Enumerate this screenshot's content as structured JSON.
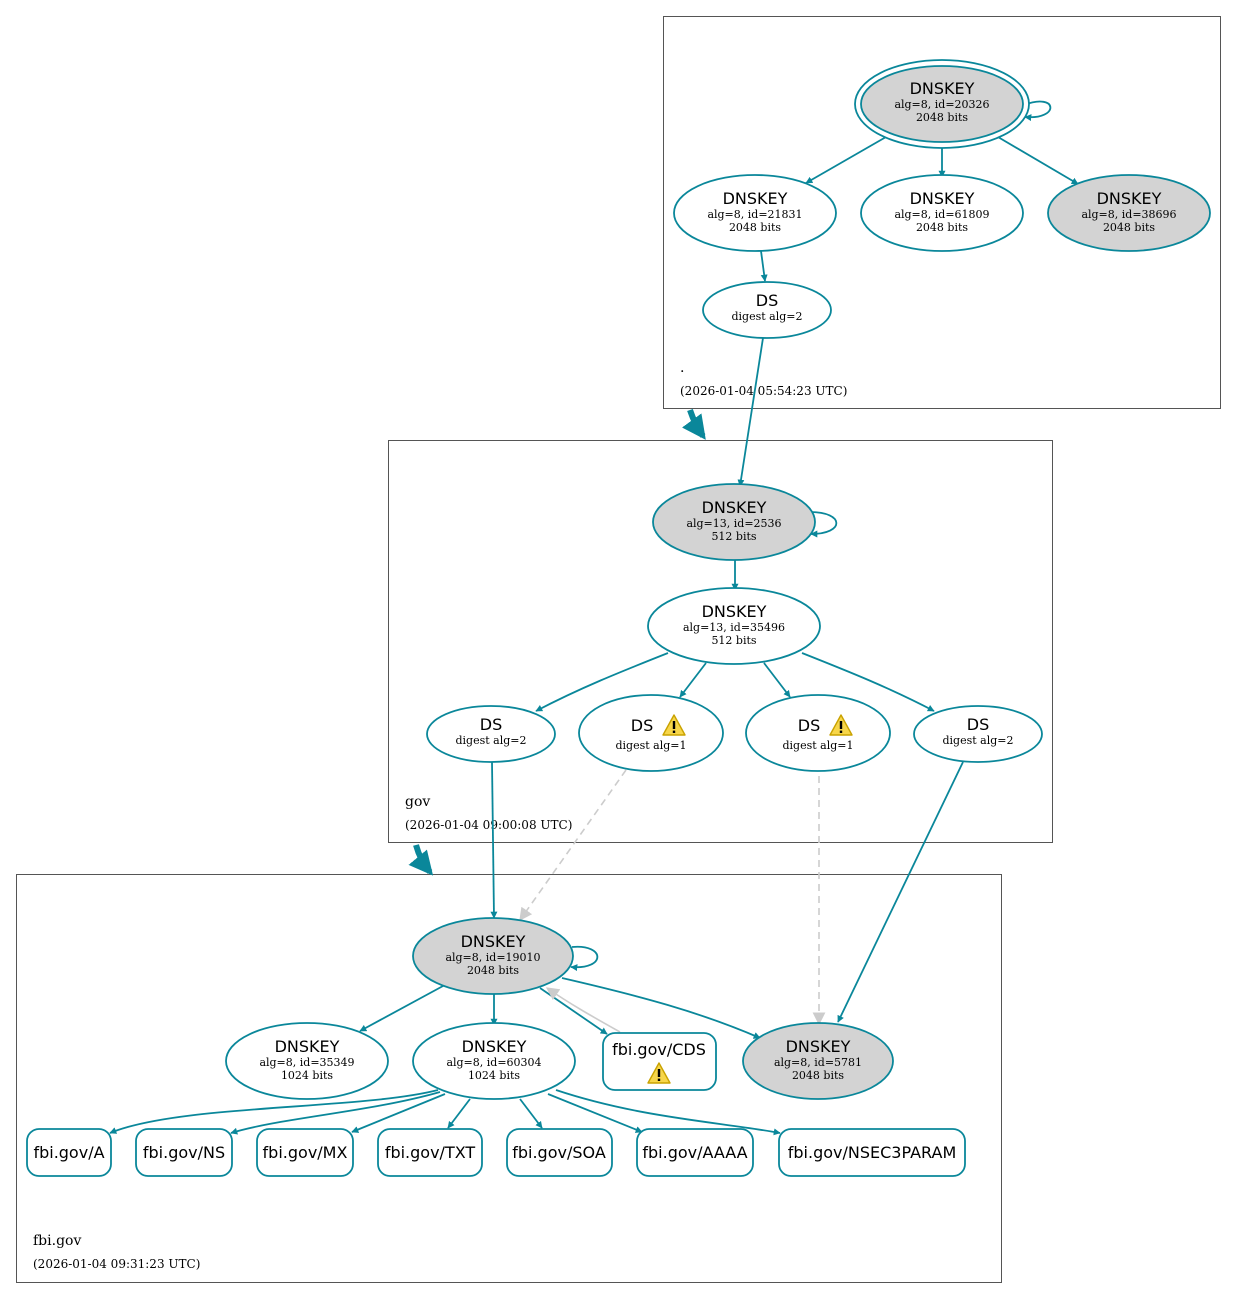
{
  "zones": {
    "root": {
      "name": ".",
      "time": "(2026-01-04 05:54:23 UTC)"
    },
    "gov": {
      "name": "gov",
      "time": "(2026-01-04 09:00:08 UTC)"
    },
    "fbi": {
      "name": "fbi.gov",
      "time": "(2026-01-04 09:31:23 UTC)"
    }
  },
  "nodes": {
    "root_ksk": {
      "title": "DNSKEY",
      "line1": "alg=8, id=20326",
      "line2": "2048 bits"
    },
    "root_zsk1": {
      "title": "DNSKEY",
      "line1": "alg=8, id=21831",
      "line2": "2048 bits"
    },
    "root_zsk2": {
      "title": "DNSKEY",
      "line1": "alg=8, id=61809",
      "line2": "2048 bits"
    },
    "root_key3": {
      "title": "DNSKEY",
      "line1": "alg=8, id=38696",
      "line2": "2048 bits"
    },
    "root_ds": {
      "title": "DS",
      "line1": "digest alg=2"
    },
    "gov_ksk": {
      "title": "DNSKEY",
      "line1": "alg=13, id=2536",
      "line2": "512 bits"
    },
    "gov_zsk": {
      "title": "DNSKEY",
      "line1": "alg=13, id=35496",
      "line2": "512 bits"
    },
    "gov_ds1": {
      "title": "DS",
      "line1": "digest alg=2"
    },
    "gov_ds2": {
      "title": "DS",
      "line1": "digest alg=1"
    },
    "gov_ds3": {
      "title": "DS",
      "line1": "digest alg=1"
    },
    "gov_ds4": {
      "title": "DS",
      "line1": "digest alg=2"
    },
    "fbi_ksk": {
      "title": "DNSKEY",
      "line1": "alg=8, id=19010",
      "line2": "2048 bits"
    },
    "fbi_zsk1": {
      "title": "DNSKEY",
      "line1": "alg=8, id=35349",
      "line2": "1024 bits"
    },
    "fbi_zsk2": {
      "title": "DNSKEY",
      "line1": "alg=8, id=60304",
      "line2": "1024 bits"
    },
    "fbi_cds": {
      "title": "fbi.gov/CDS"
    },
    "fbi_ksk2": {
      "title": "DNSKEY",
      "line1": "alg=8, id=5781",
      "line2": "2048 bits"
    }
  },
  "rrsets": [
    "fbi.gov/A",
    "fbi.gov/NS",
    "fbi.gov/MX",
    "fbi.gov/TXT",
    "fbi.gov/SOA",
    "fbi.gov/AAAA",
    "fbi.gov/NSEC3PARAM"
  ],
  "icons": {
    "warning": "warning-icon"
  },
  "colors": {
    "edge": "#0a879a",
    "sep_fill": "#d3d3d3",
    "dashed_edge": "#cccccc"
  }
}
